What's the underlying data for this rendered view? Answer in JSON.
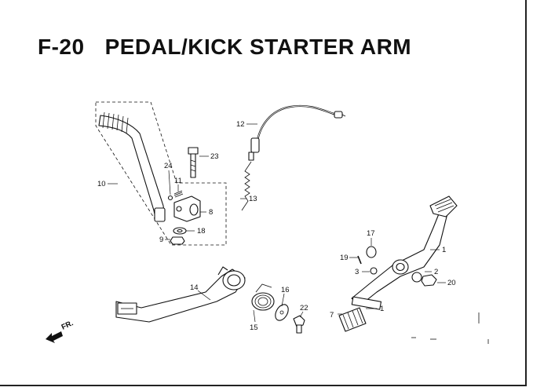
{
  "title": {
    "code": "F-20",
    "name": "PEDAL/KICK STARTER ARM"
  },
  "direction_marker": "FR.",
  "callouts": [
    {
      "id": "c1a",
      "label": "1"
    },
    {
      "id": "c1b",
      "label": "1"
    },
    {
      "id": "c2",
      "label": "2"
    },
    {
      "id": "c3",
      "label": "3"
    },
    {
      "id": "c7",
      "label": "7"
    },
    {
      "id": "c8",
      "label": "8"
    },
    {
      "id": "c9",
      "label": "9"
    },
    {
      "id": "c10",
      "label": "10"
    },
    {
      "id": "c11",
      "label": "11"
    },
    {
      "id": "c12",
      "label": "12"
    },
    {
      "id": "c13",
      "label": "13"
    },
    {
      "id": "c14",
      "label": "14"
    },
    {
      "id": "c15",
      "label": "15"
    },
    {
      "id": "c16",
      "label": "16"
    },
    {
      "id": "c17",
      "label": "17"
    },
    {
      "id": "c18",
      "label": "18"
    },
    {
      "id": "c19",
      "label": "19"
    },
    {
      "id": "c20",
      "label": "20"
    },
    {
      "id": "c22",
      "label": "22"
    },
    {
      "id": "c23",
      "label": "23"
    },
    {
      "id": "c24",
      "label": "24"
    }
  ]
}
